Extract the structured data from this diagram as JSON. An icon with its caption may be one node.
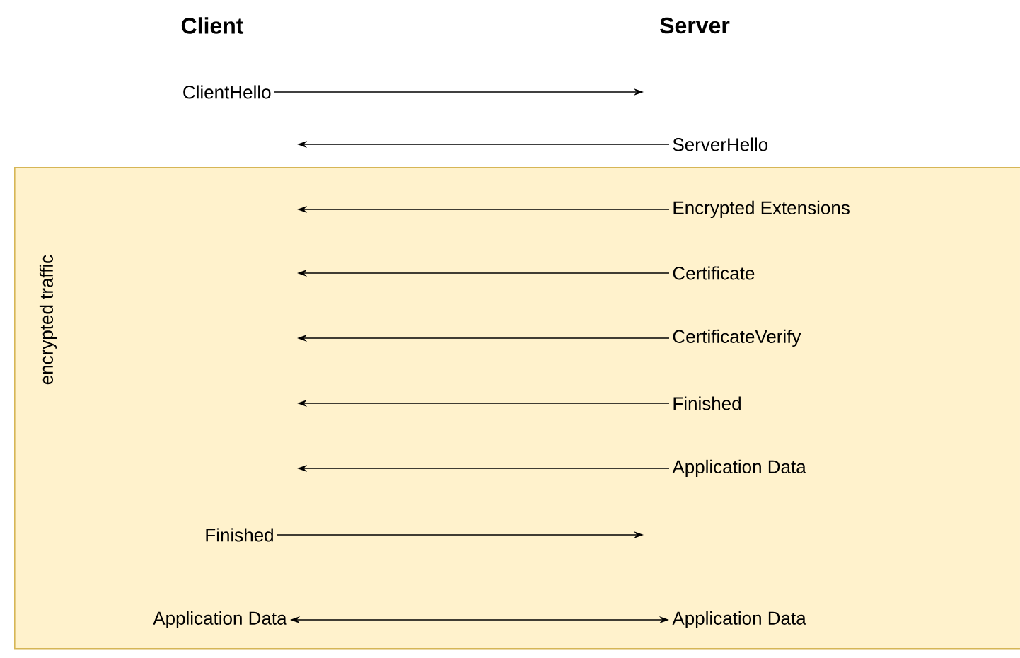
{
  "diagram": {
    "nodes": [
      {
        "text": [
          "ClientHello"
        ]
      },
      {
        "text": [
          "ServerHello"
        ]
      },
      {
        "text": [
          "encrypted traffic"
        ]
      },
      {
        "text": [
          "Encrypted Extensions"
        ],
        "in": 2
      },
      {
        "text": [
          "Certificate"
        ],
        "in": 2
      },
      {
        "text": [
          "CertificateVerify"
        ],
        "in": 2
      },
      {
        "text": [
          "Finished"
        ],
        "in": 2
      },
      {
        "text": [
          "Application Data"
        ],
        "in": 2
      },
      {
        "text": [
          "Finished"
        ],
        "in": 2
      },
      {
        "text": [
          "Application Data"
        ],
        "in": 2
      },
      {
        "text": [
          "Application Data"
        ],
        "in": 2
      }
    ],
    "edges": [
      {
        "from": 0,
        "to": null,
        "arrow": "to"
      },
      {
        "from": 1,
        "to": null,
        "arrow": "to"
      },
      {
        "from": 3,
        "to": null,
        "arrow": "to"
      },
      {
        "from": 4,
        "to": null,
        "arrow": "to"
      },
      {
        "from": 5,
        "to": null,
        "arrow": "to"
      },
      {
        "from": 6,
        "to": null,
        "arrow": "to"
      },
      {
        "from": 7,
        "to": null,
        "arrow": "to"
      },
      {
        "from": 8,
        "to": null,
        "arrow": "to"
      },
      {
        "from": 9,
        "to": 10,
        "arrow": "both"
      }
    ],
    "labels": [
      "Client",
      "Server"
    ]
  }
}
